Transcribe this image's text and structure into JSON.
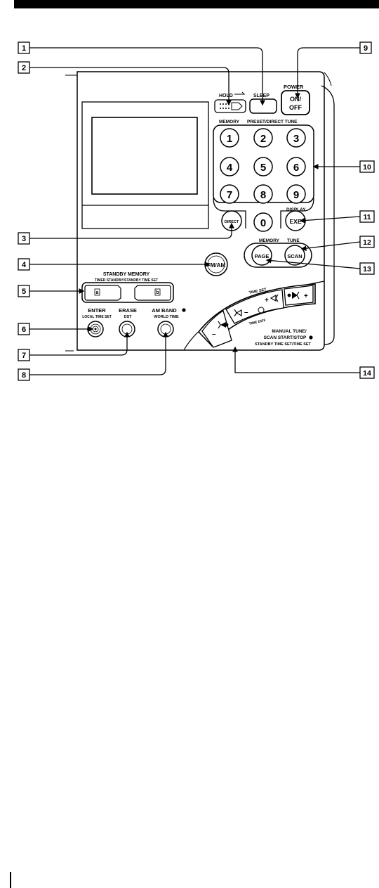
{
  "callouts": [
    "1",
    "2",
    "3",
    "4",
    "5",
    "6",
    "7",
    "8",
    "9",
    "10",
    "11",
    "12",
    "13",
    "14"
  ],
  "labels": {
    "hold": "HOLD",
    "sleep": "SLEEP",
    "power": "POWER",
    "on_off_top": "ON/",
    "on_off_bottom": "OFF",
    "memory_header": "MEMORY",
    "preset_direct_tune": "PRESET/DIRECT  TUNE",
    "keys": [
      "1",
      "2",
      "3",
      "4",
      "5",
      "6",
      "7",
      "8",
      "9",
      "0"
    ],
    "direct": "DIRECT",
    "display": "DISPLAY",
    "exe": "EXE",
    "memory_small": "MEMORY",
    "tune_small": "TUNE",
    "page": "PAGE",
    "scan": "SCAN",
    "fm_am": "FM/AM",
    "standby_memory": "STANDBY  MEMORY",
    "timer_standby": "TIMER  STANDBY/STANDBY  TIME  SET",
    "key_a": "a",
    "key_b": "b",
    "enter": "ENTER",
    "local_time_set": "LOCAL TIME SET",
    "erase": "ERASE",
    "dst": "DST",
    "am_band": "AM  BAND",
    "world_time": "WORLD  TIME",
    "time_set": "TIME SET",
    "time_diff": "TIME DIFF",
    "manual_tune_1": "MANUAL TUNE/",
    "manual_tune_2": "SCAN START/STOP",
    "manual_tune_3": "STANDBY TIME SET/TIME SET",
    "minus": "–",
    "plus": "+"
  }
}
